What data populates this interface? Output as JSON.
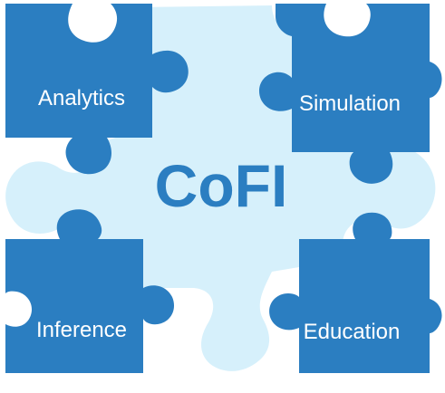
{
  "center_title": "CoFI",
  "pieces": {
    "top_left": {
      "label": "Analytics"
    },
    "top_right": {
      "label": "Simulation"
    },
    "bottom_left": {
      "label": "Inference"
    },
    "bottom_right": {
      "label": "Education"
    }
  },
  "colors": {
    "piece": "#2b7ec1",
    "background_piece": "#d6f0fb",
    "title": "#2b7ec1",
    "label": "#ffffff"
  }
}
